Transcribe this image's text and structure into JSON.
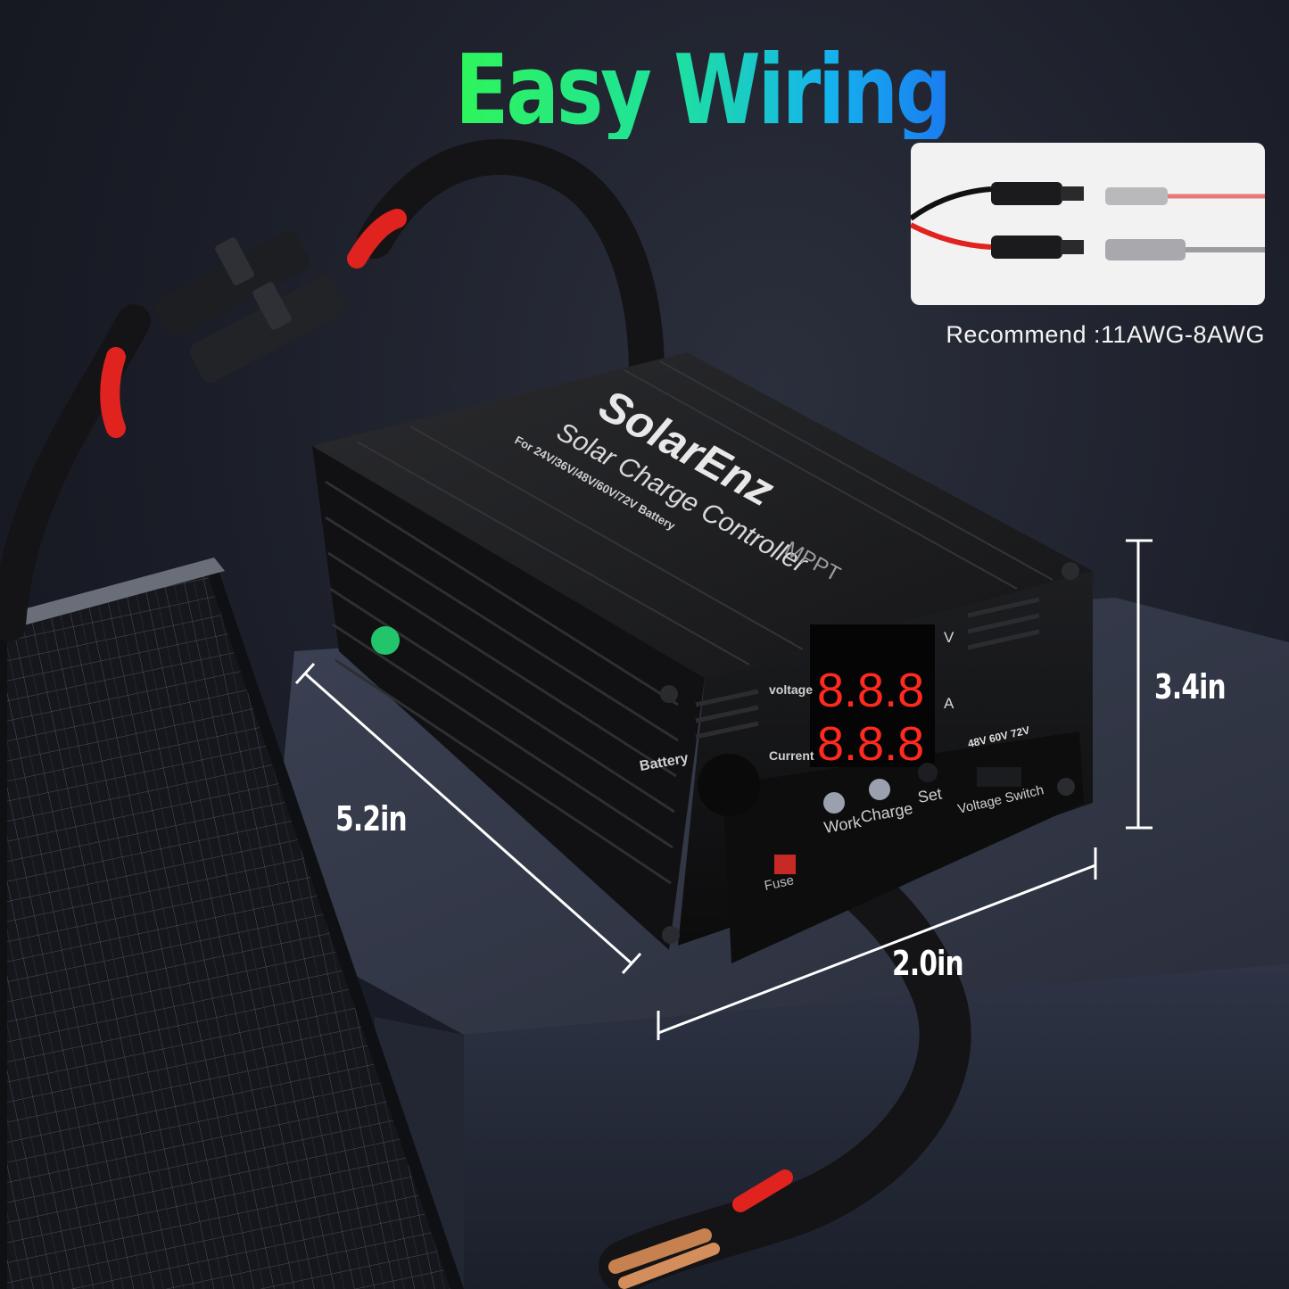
{
  "headline": "Easy Wiring",
  "inset": {
    "caption": "Recommend :11AWG-8AWG"
  },
  "dimensions": {
    "height": "3.4in",
    "length": "5.2in",
    "width": "2.0in"
  },
  "device": {
    "brand": "SolarEnz",
    "product": "Solar Charge Controller",
    "type": "MPPT",
    "subtitle": "For 24V/36V/48V/60V/72V Battery",
    "display_voltage": "8.8.8",
    "display_current": "8.8.8",
    "unit_v": "V",
    "unit_a": "A",
    "label_voltage": "voltage",
    "label_current": "Current",
    "label_battery": "Battery",
    "label_work": "Work",
    "label_charge": "Charge",
    "label_set": "Set",
    "label_fuse": "Fuse",
    "label_switch": "Voltage Switch",
    "switch_options": "48V 60V 72V"
  },
  "colors": {
    "headline_start": "#2ef55a",
    "headline_end": "#1a7bf0",
    "cable_red": "#e0231e"
  }
}
